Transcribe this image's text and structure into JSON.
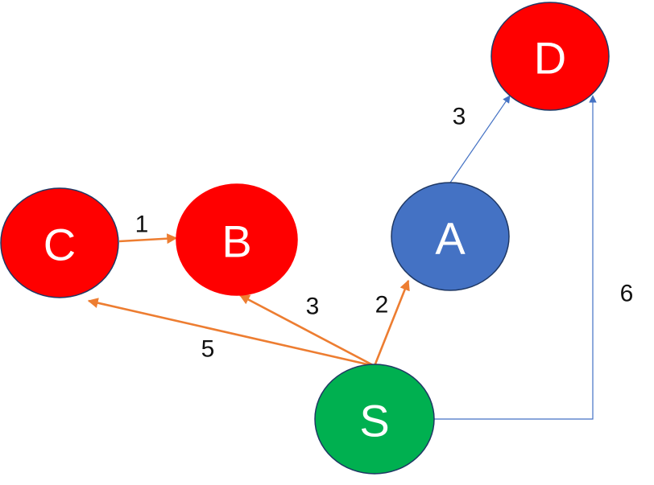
{
  "colors": {
    "red_node": "#ff0000",
    "blue_node": "#4472c4",
    "green_node": "#00b050",
    "node_outline": "#1f3864",
    "edge_orange": "#ed7d31",
    "edge_blue": "#4472c4"
  },
  "nodes": {
    "s": {
      "label": "S"
    },
    "a": {
      "label": "A"
    },
    "b": {
      "label": "B"
    },
    "c": {
      "label": "C"
    },
    "d": {
      "label": "D"
    }
  },
  "edges": {
    "c_b": {
      "weight": "1"
    },
    "s_b": {
      "weight": "3"
    },
    "s_a": {
      "weight": "2"
    },
    "s_c": {
      "weight": "5"
    },
    "a_d": {
      "weight": "3"
    },
    "s_d": {
      "weight": "6"
    }
  }
}
